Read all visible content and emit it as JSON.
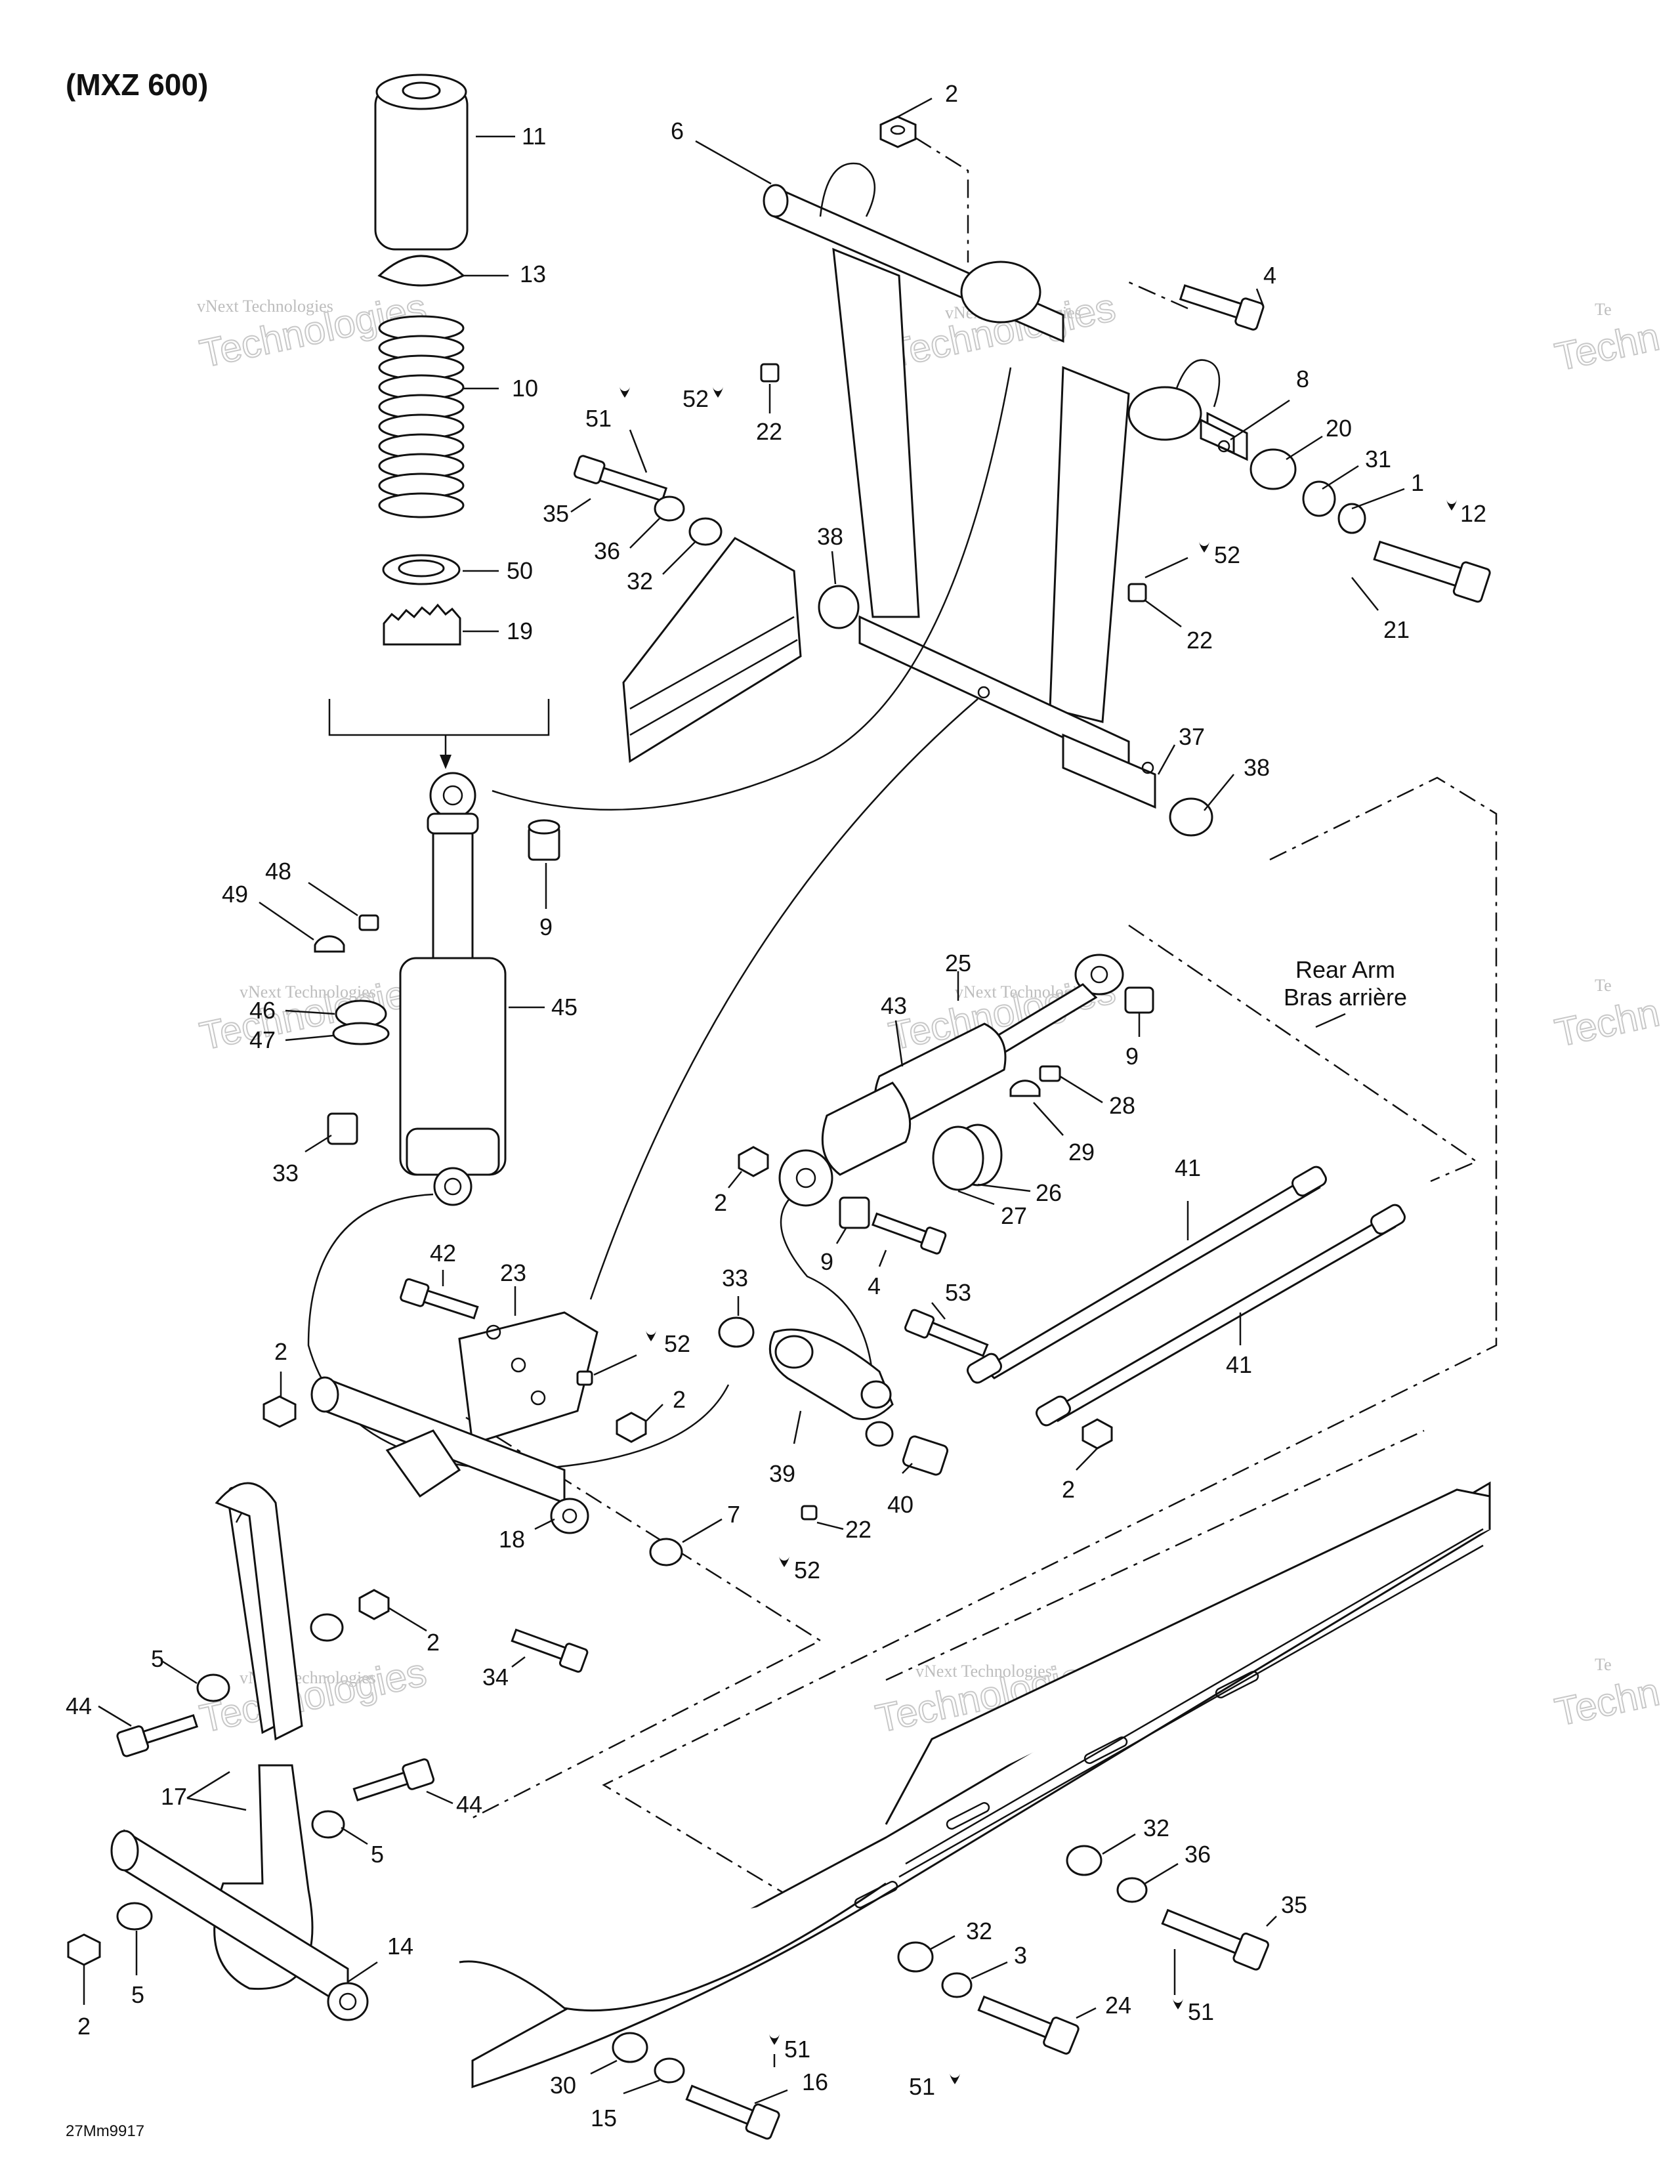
{
  "title": "(MXZ 600)",
  "figure_code": "27Mm9917",
  "rear_arm_label": [
    "Rear Arm",
    "Bras arrière"
  ],
  "watermark": {
    "line1": "vNext Technologies",
    "line2": "Technologies",
    "fragments": [
      "vNext",
      "Te",
      "Techn"
    ]
  },
  "callouts": [
    {
      "id": "c11",
      "text": "11"
    },
    {
      "id": "c13",
      "text": "13"
    },
    {
      "id": "c10",
      "text": "10"
    },
    {
      "id": "c50",
      "text": "50"
    },
    {
      "id": "c19",
      "text": "19"
    },
    {
      "id": "c9a",
      "text": "9"
    },
    {
      "id": "c48",
      "text": "48"
    },
    {
      "id": "c49",
      "text": "49"
    },
    {
      "id": "c45",
      "text": "45"
    },
    {
      "id": "c46",
      "text": "46"
    },
    {
      "id": "c47",
      "text": "47"
    },
    {
      "id": "c33a",
      "text": "33"
    },
    {
      "id": "c2a",
      "text": "2"
    },
    {
      "id": "c6",
      "text": "6"
    },
    {
      "id": "c4a",
      "text": "4"
    },
    {
      "id": "c51a",
      "text": "51"
    },
    {
      "id": "c52a",
      "text": "52"
    },
    {
      "id": "c22a",
      "text": "22"
    },
    {
      "id": "c8",
      "text": "8"
    },
    {
      "id": "c20",
      "text": "20"
    },
    {
      "id": "c31",
      "text": "31"
    },
    {
      "id": "c1",
      "text": "1"
    },
    {
      "id": "c12",
      "text": "12"
    },
    {
      "id": "c35a",
      "text": "35"
    },
    {
      "id": "c36a",
      "text": "36"
    },
    {
      "id": "c32a",
      "text": "32"
    },
    {
      "id": "c38a",
      "text": "38"
    },
    {
      "id": "c52b",
      "text": "52"
    },
    {
      "id": "c22b",
      "text": "22"
    },
    {
      "id": "c21",
      "text": "21"
    },
    {
      "id": "c37",
      "text": "37"
    },
    {
      "id": "c38b",
      "text": "38"
    },
    {
      "id": "c25",
      "text": "25"
    },
    {
      "id": "c43",
      "text": "43"
    },
    {
      "id": "c9b",
      "text": "9"
    },
    {
      "id": "c28",
      "text": "28"
    },
    {
      "id": "c29",
      "text": "29"
    },
    {
      "id": "c26",
      "text": "26"
    },
    {
      "id": "c27",
      "text": "27"
    },
    {
      "id": "c2b",
      "text": "2"
    },
    {
      "id": "c9c",
      "text": "9"
    },
    {
      "id": "c4b",
      "text": "4"
    },
    {
      "id": "c41a",
      "text": "41"
    },
    {
      "id": "c41b",
      "text": "41"
    },
    {
      "id": "c42",
      "text": "42"
    },
    {
      "id": "c23",
      "text": "23"
    },
    {
      "id": "c52c",
      "text": "52"
    },
    {
      "id": "c2c",
      "text": "2"
    },
    {
      "id": "c2d",
      "text": "2"
    },
    {
      "id": "c33b",
      "text": "33"
    },
    {
      "id": "c53",
      "text": "53"
    },
    {
      "id": "c39",
      "text": "39"
    },
    {
      "id": "c40",
      "text": "40"
    },
    {
      "id": "c2e",
      "text": "2"
    },
    {
      "id": "c18",
      "text": "18"
    },
    {
      "id": "c7",
      "text": "7"
    },
    {
      "id": "c22c",
      "text": "22"
    },
    {
      "id": "c52d",
      "text": "52"
    },
    {
      "id": "c34",
      "text": "34"
    },
    {
      "id": "c2f",
      "text": "2"
    },
    {
      "id": "c5a",
      "text": "5"
    },
    {
      "id": "c44a",
      "text": "44"
    },
    {
      "id": "c17",
      "text": "17"
    },
    {
      "id": "c44b",
      "text": "44"
    },
    {
      "id": "c5b",
      "text": "5"
    },
    {
      "id": "c14",
      "text": "14"
    },
    {
      "id": "c2g",
      "text": "2"
    },
    {
      "id": "c5c",
      "text": "5"
    },
    {
      "id": "c32b",
      "text": "32"
    },
    {
      "id": "c36b",
      "text": "36"
    },
    {
      "id": "c35b",
      "text": "35"
    },
    {
      "id": "c32c",
      "text": "32"
    },
    {
      "id": "c3",
      "text": "3"
    },
    {
      "id": "c24",
      "text": "24"
    },
    {
      "id": "c51b",
      "text": "51"
    },
    {
      "id": "c51c",
      "text": "51"
    },
    {
      "id": "c30",
      "text": "30"
    },
    {
      "id": "c16",
      "text": "16"
    },
    {
      "id": "c15",
      "text": "15"
    },
    {
      "id": "c51d",
      "text": "51"
    }
  ]
}
